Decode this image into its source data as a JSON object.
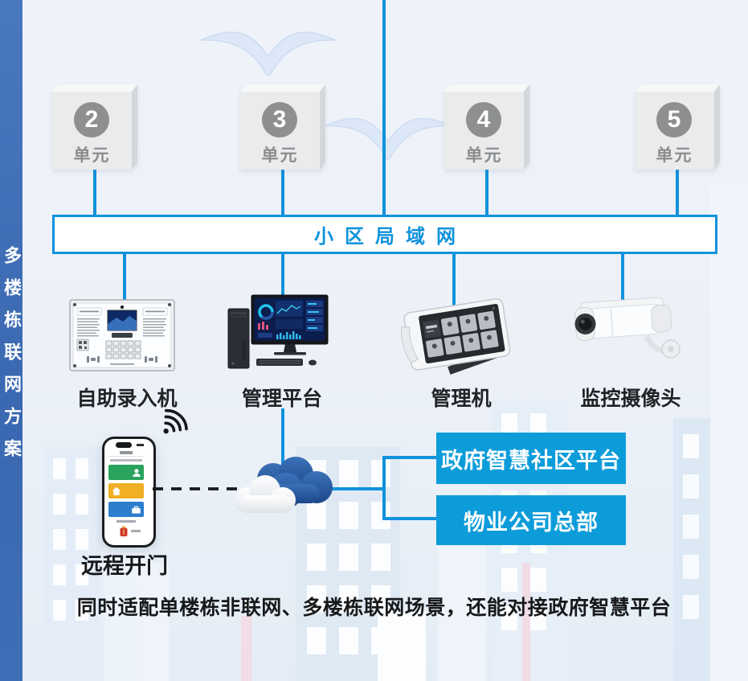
{
  "sidebar": {
    "title": "多楼栋联网方案"
  },
  "units": [
    {
      "number": "2",
      "label": "单元"
    },
    {
      "number": "3",
      "label": "单元"
    },
    {
      "number": "4",
      "label": "单元"
    },
    {
      "number": "5",
      "label": "单元"
    }
  ],
  "lan": {
    "label": "小区局域网"
  },
  "devices": [
    {
      "name": "自助录入机"
    },
    {
      "name": "管理平台"
    },
    {
      "name": "管理机"
    },
    {
      "name": "监控摄像头"
    }
  ],
  "phone": {
    "label": "远程开门"
  },
  "platforms": [
    {
      "label": "政府智慧社区平台"
    },
    {
      "label": "物业公司总部"
    }
  ],
  "caption": "同时适配单楼栋非联网、多楼栋联网场景，还能对接政府智慧平台",
  "colors": {
    "line_blue": "#1092dc",
    "platform_box_blue": "#0d9cda",
    "sidebar_blue": "#3e6db5",
    "unit_gray": "#8d8f91"
  }
}
